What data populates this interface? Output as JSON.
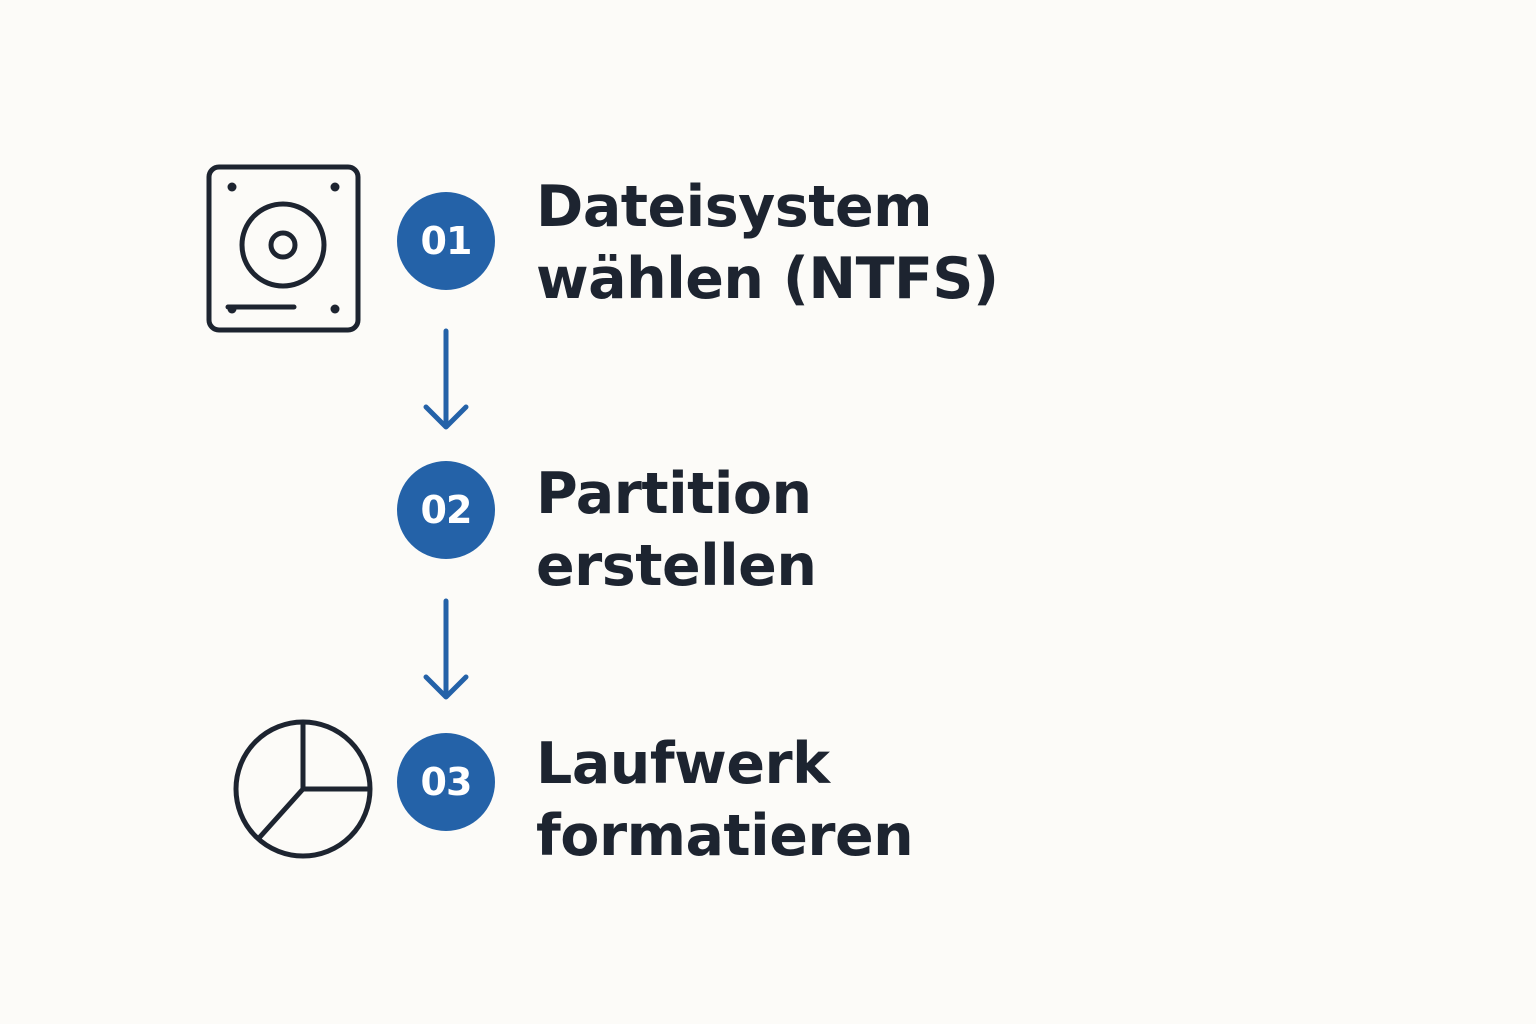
{
  "colors": {
    "accent": "#2462a8",
    "text": "#1d2430",
    "icon_stroke": "#1d2430",
    "background": "#fcfbf8"
  },
  "icons": {
    "drive": "hard-drive-icon",
    "pie": "pie-chart-icon",
    "arrow": "arrow-down-icon"
  },
  "steps": [
    {
      "number": "01",
      "line1": "Dateisystem",
      "line2": "wählen (NTFS)"
    },
    {
      "number": "02",
      "line1": "Partition",
      "line2": "erstellen"
    },
    {
      "number": "03",
      "line1": "Laufwerk",
      "line2": "formatieren"
    }
  ]
}
